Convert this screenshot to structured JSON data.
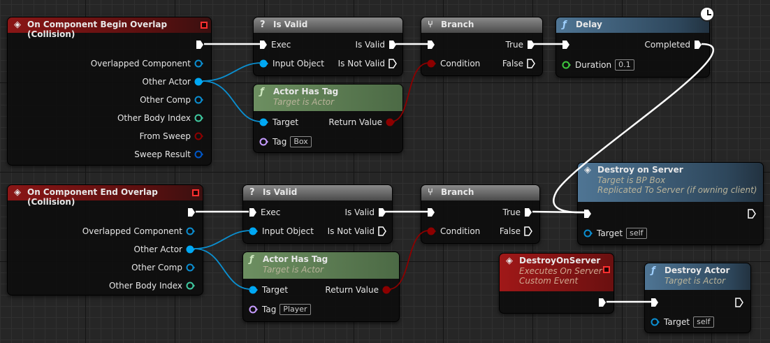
{
  "colors": {
    "exec": "#ffffff",
    "object": "#00a8f4",
    "bool": "#8c0000",
    "int": "#3fc9a0",
    "struct": "#0057c8",
    "name": "#c69cff",
    "float": "#3ec83e"
  },
  "begin_overlap": {
    "title": "On Component Begin Overlap (Collision)",
    "pins": [
      "Overlapped Component",
      "Other Actor",
      "Other Comp",
      "Other Body Index",
      "From Sweep",
      "Sweep Result"
    ]
  },
  "is_valid_1": {
    "title": "Is Valid",
    "exec": "Exec",
    "input": "Input Object",
    "out_valid": "Is Valid",
    "out_not": "Is Not Valid"
  },
  "has_tag_1": {
    "title": "Actor Has Tag",
    "subtitle": "Target is Actor",
    "target": "Target",
    "tag": "Tag",
    "tag_value": "Box",
    "return": "Return Value"
  },
  "branch_1": {
    "title": "Branch",
    "condition": "Condition",
    "true": "True",
    "false": "False"
  },
  "delay": {
    "title": "Delay",
    "completed": "Completed",
    "duration": "Duration",
    "duration_value": "0.1"
  },
  "end_overlap": {
    "title": "On Component End Overlap (Collision)",
    "pins": [
      "Overlapped Component",
      "Other Actor",
      "Other Comp",
      "Other Body Index"
    ]
  },
  "is_valid_2": {
    "title": "Is Valid",
    "exec": "Exec",
    "input": "Input Object",
    "out_valid": "Is Valid",
    "out_not": "Is Not Valid"
  },
  "has_tag_2": {
    "title": "Actor Has Tag",
    "subtitle": "Target is Actor",
    "target": "Target",
    "tag": "Tag",
    "tag_value": "Player",
    "return": "Return Value"
  },
  "branch_2": {
    "title": "Branch",
    "condition": "Condition",
    "true": "True",
    "false": "False"
  },
  "destroy_on_server": {
    "title": "Destroy on Server",
    "subtitle1": "Target is BP Box",
    "subtitle2": "Replicated To Server (if owning client)",
    "target": "Target",
    "target_value": "self"
  },
  "server_event": {
    "title": "DestroyOnServer",
    "subtitle1": "Executes On Server",
    "subtitle2": "Custom Event"
  },
  "destroy_actor": {
    "title": "Destroy Actor",
    "subtitle": "Target is Actor",
    "target": "Target",
    "target_value": "self"
  }
}
